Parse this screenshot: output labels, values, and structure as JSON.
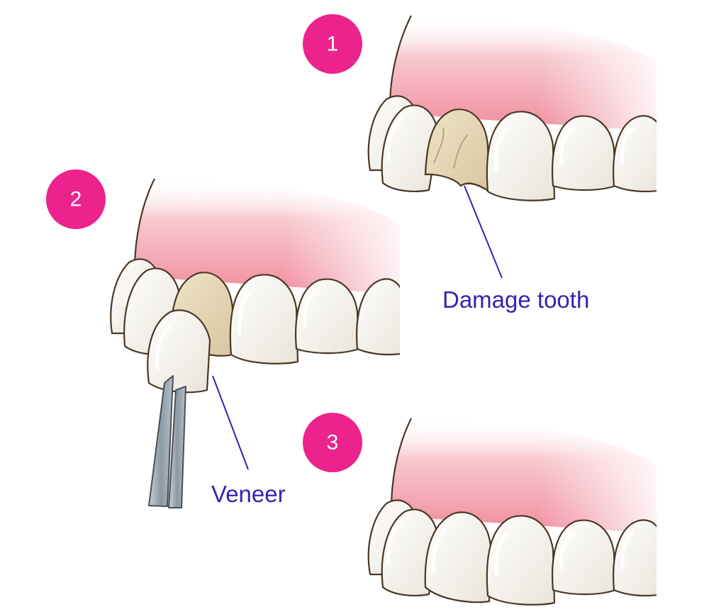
{
  "steps": [
    {
      "number": "1",
      "label": "Damage tooth"
    },
    {
      "number": "2",
      "label": "Veneer"
    },
    {
      "number": "3",
      "label": ""
    }
  ],
  "colors": {
    "badge": "#ec238c",
    "label_text": "#3a1fb0",
    "pointer_line": "#3a1fb0",
    "gum": "#f3a7b3",
    "tooth": "#f7f4ee",
    "damaged_tooth": "#e3d6b6",
    "tweezers": "#9aa6ae"
  }
}
